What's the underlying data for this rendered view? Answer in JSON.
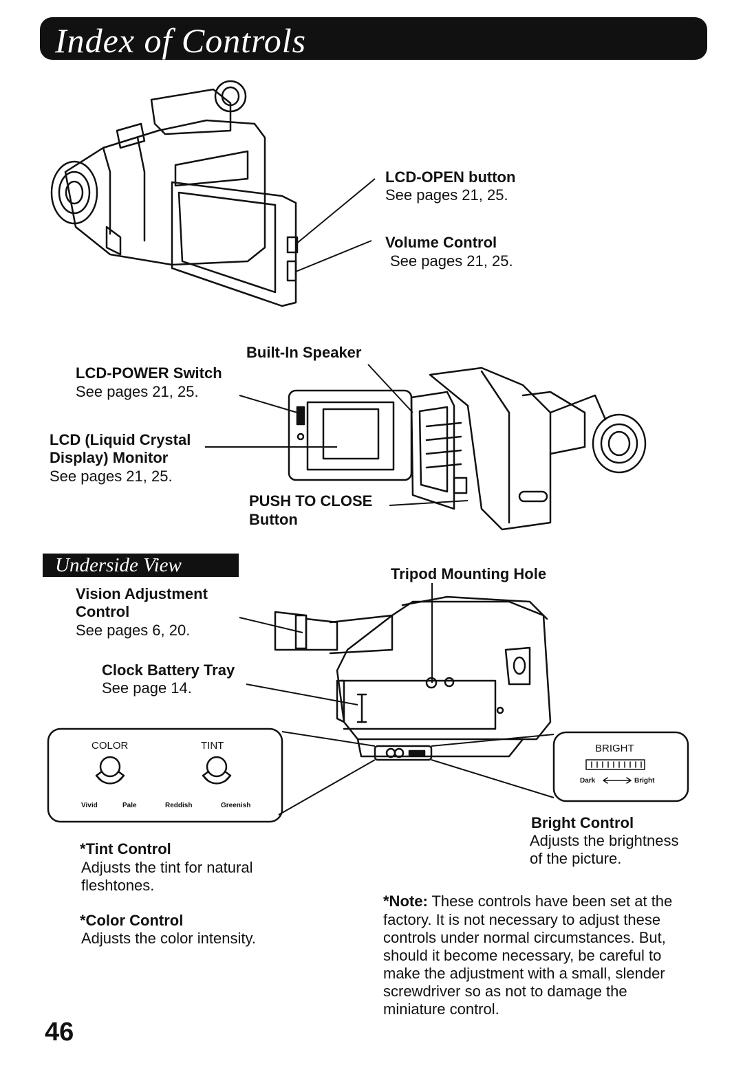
{
  "header": {
    "title": "Index of Controls"
  },
  "top_section": {
    "lcd_open": {
      "label": "LCD-OPEN button",
      "pages": "See pages 21, 25."
    },
    "volume": {
      "label": "Volume Control",
      "pages": "See pages 21, 25."
    }
  },
  "middle_section": {
    "speaker": {
      "label": "Built-In Speaker"
    },
    "lcd_power": {
      "label": "LCD-POWER Switch",
      "pages": "See pages 21, 25."
    },
    "lcd_monitor": {
      "label_line1": "LCD (Liquid Crystal",
      "label_line2": "Display) Monitor",
      "pages": "See pages 21, 25."
    },
    "push_close": {
      "label_line1": "PUSH TO CLOSE",
      "label_line2": "Button"
    }
  },
  "underside": {
    "title": "Underside View",
    "tripod": {
      "label": "Tripod Mounting Hole"
    },
    "vision": {
      "label_line1": "Vision Adjustment",
      "label_line2": "Control",
      "pages": "See pages 6, 20."
    },
    "clock": {
      "label": "Clock Battery Tray",
      "pages": "See page 14."
    },
    "color_panel": {
      "color": "COLOR",
      "tint": "TINT",
      "vivid": "Vivid",
      "pale": "Pale",
      "reddish": "Reddish",
      "greenish": "Greenish"
    },
    "bright_panel": {
      "bright": "BRIGHT",
      "dark": "Dark",
      "bright_end": "Bright"
    }
  },
  "descriptions": {
    "tint": {
      "label": "*Tint Control",
      "line1": "Adjusts the tint for natural",
      "line2": "fleshtones."
    },
    "color": {
      "label": "*Color Control",
      "line1": "Adjusts the color intensity."
    },
    "bright": {
      "label": "Bright Control",
      "line1": "Adjusts the brightness",
      "line2": "of the picture."
    },
    "note": {
      "label": "*Note:",
      "line1": " These controls have been set at the",
      "line2": "factory. It is not necessary to adjust these",
      "line3": "controls under normal circumstances. But,",
      "line4": "should it become necessary, be careful to",
      "line5": "make the adjustment with a small, slender",
      "line6": "screwdriver so as not to damage the",
      "line7": "miniature control."
    }
  },
  "page_number": "46"
}
